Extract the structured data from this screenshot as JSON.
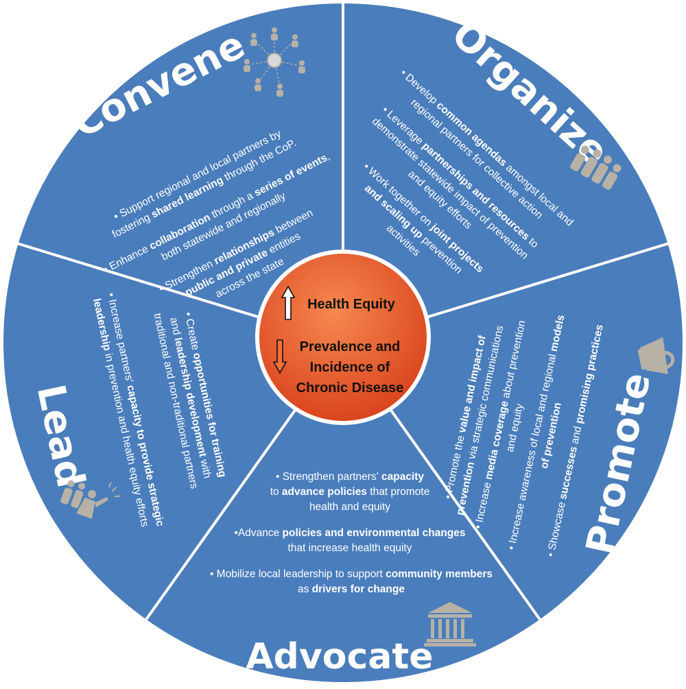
{
  "colors": {
    "segment": "#4a7dbb",
    "segment_border": "#ffffff",
    "icon": "#b7b1a6",
    "center_light": "#f47a45",
    "center_dark": "#d9401a"
  },
  "center": {
    "line1": "Health Equity",
    "line2": "Prevalence and",
    "line3": "Incidence of",
    "line4": "Chronic Disease",
    "arrow_up": "up-arrow-icon",
    "arrow_down": "down-arrow-icon"
  },
  "segments": {
    "convene": {
      "title": "Convene",
      "icon": "network-people-icon",
      "b1": [
        "• Support regional and local partners by",
        "fostering ",
        "shared learning",
        " through the CoP."
      ],
      "b2": [
        "Enhance ",
        "collaboration",
        " through a ",
        "series of events",
        ","
      ],
      "b2b": "both statewide and regionally",
      "b3": [
        "Strengthen ",
        "relationships",
        " between"
      ],
      "b3b": [
        "public and private",
        " entities"
      ],
      "b3c": "across the state"
    },
    "organize": {
      "title": "Organize",
      "icon": "group-people-icon",
      "b1": [
        "• Develop ",
        "common agendas",
        " amongst local and"
      ],
      "b1b": "regional partners for collective action",
      "b2": [
        "• Leverage ",
        "partnerships and resources",
        " to"
      ],
      "b2b": "demonstrate statewide impact of prevention",
      "b2c": "and equity efforts",
      "b3": [
        "• Work together on ",
        "joint projects"
      ],
      "b3b": [
        "and scaling up",
        " prevention"
      ],
      "b3c": "activities"
    },
    "promote": {
      "title": "Promote",
      "icon": "megaphone-icon",
      "b1": [
        "• Promote the ",
        "value and impact of"
      ],
      "b1b": [
        "prevention",
        " via strategic communications"
      ],
      "b2": [
        "• Increase ",
        "media coverage",
        " about prevention"
      ],
      "b2b": "and equity",
      "b3": [
        "• Increase awareness of local and regional ",
        "models"
      ],
      "b3b": "of prevention",
      "b4": [
        "• Showcase ",
        "successes",
        " and ",
        "promising practices"
      ]
    },
    "advocate": {
      "title": "Advocate",
      "icon": "government-building-icon",
      "b1": [
        "• Strengthen partners' ",
        "capacity"
      ],
      "b1b": [
        "to ",
        "advance policies",
        " that promote"
      ],
      "b1c": "health and equity",
      "b2": [
        "•Advance ",
        "policies and environmental changes"
      ],
      "b2b": "that increase health equity",
      "b3": [
        "• Mobilize local leadership to support ",
        "community members"
      ],
      "b3b": [
        "as ",
        "drivers for change"
      ]
    },
    "lead": {
      "title": "Lead",
      "icon": "leader-people-icon",
      "b1": [
        "• Create ",
        "opportunities for training"
      ],
      "b1b": [
        "and ",
        "leadership development",
        " with"
      ],
      "b1c": "traditional and non-traditional partners",
      "b2": [
        "• Increase partners' ",
        "capacity to provide strategic"
      ],
      "b2b": [
        "leadership",
        " in prevention and health equity efforts"
      ]
    }
  }
}
